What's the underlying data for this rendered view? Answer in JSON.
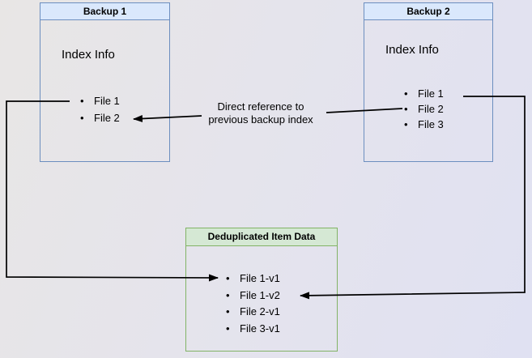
{
  "colors": {
    "bg-left": "#e8e6e5",
    "bg-right": "#e0e1f2",
    "blue-header": "#dae8fc",
    "blue-border": "#6c8ebf",
    "green-header": "#d5e8d4",
    "green-border": "#82b366",
    "arrow": "#000000"
  },
  "boxes": {
    "backup1": {
      "title": "Backup 1",
      "subtitle": "Index Info",
      "files": [
        "File 1",
        "File 2"
      ]
    },
    "backup2": {
      "title": "Backup 2",
      "subtitle": "Index Info",
      "files": [
        "File 1",
        "File 2",
        "File 3"
      ]
    },
    "dedup": {
      "title": "Deduplicated Item Data",
      "files": [
        "File 1-v1",
        "File 1-v2",
        "File 2-v1",
        "File 3-v1"
      ]
    }
  },
  "connectors": {
    "direct_reference_label": "Direct reference to previous backup index"
  }
}
